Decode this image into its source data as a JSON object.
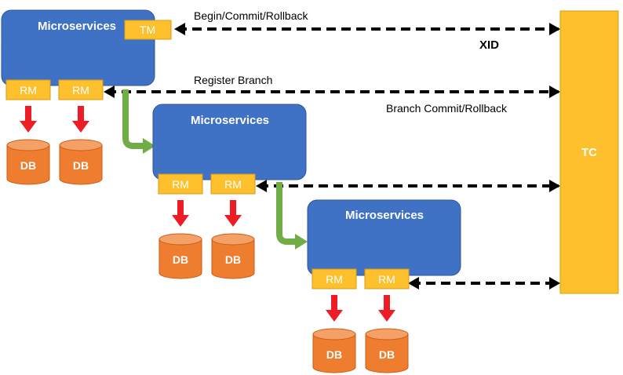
{
  "colors": {
    "service_fill": "#3f72c4",
    "service_stroke": "#2d5596",
    "box_fill": "#ffc02e",
    "box_stroke": "#d99b10",
    "db_fill": "#ef7d2f",
    "db_top": "#f4a066",
    "db_stroke": "#c85e18",
    "red_arrow": "#ee1c24",
    "green_arrow": "#70ad47",
    "dash": "#000000",
    "tc_fill": "#ffc02e"
  },
  "tc": {
    "label": "TC"
  },
  "labels": {
    "begin": "Begin/Commit/Rollback",
    "xid": "XID",
    "register": "Register Branch",
    "branch": "Branch Commit/Rollback"
  },
  "services": [
    {
      "title": "Microservices",
      "tm": "TM",
      "rms": [
        "RM",
        "RM"
      ],
      "dbs": [
        "DB",
        "DB"
      ]
    },
    {
      "title": "Microservices",
      "rms": [
        "RM",
        "RM"
      ],
      "dbs": [
        "DB",
        "DB"
      ]
    },
    {
      "title": "Microservices",
      "rms": [
        "RM",
        "RM"
      ],
      "dbs": [
        "DB",
        "DB"
      ]
    }
  ]
}
